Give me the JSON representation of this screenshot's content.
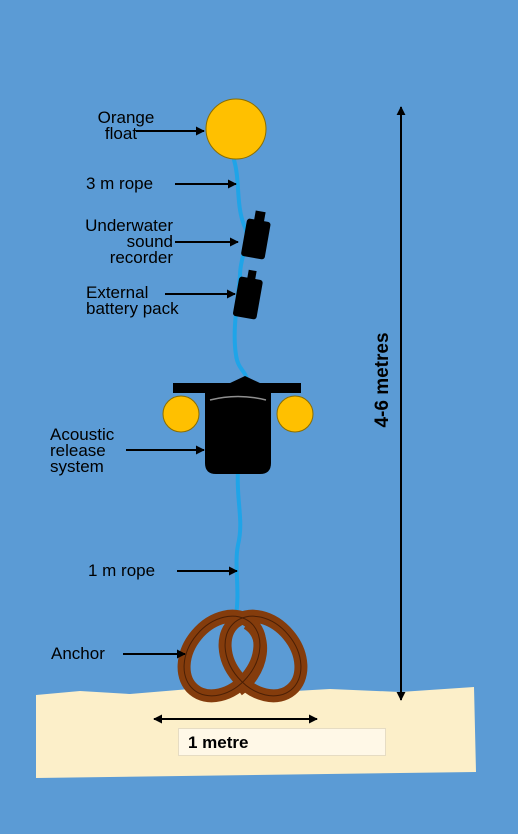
{
  "labels": {
    "orange_float": [
      "Orange",
      "float"
    ],
    "rope_top": "3 m rope",
    "recorder": [
      "Underwater",
      "sound",
      "recorder"
    ],
    "battery": [
      "External",
      "battery pack"
    ],
    "acoustic_release": [
      "Acoustic",
      "release",
      "system"
    ],
    "rope_bottom": "1 m rope",
    "anchor": "Anchor",
    "depth": "4-6 metres",
    "scale": "1 metre"
  },
  "colors": {
    "water": "#5b9bd5",
    "seabed": "#fcefc9",
    "float": "#ffc000",
    "rope": "#1fa4e8",
    "device": "#000000",
    "anchor": "#843c0c"
  }
}
